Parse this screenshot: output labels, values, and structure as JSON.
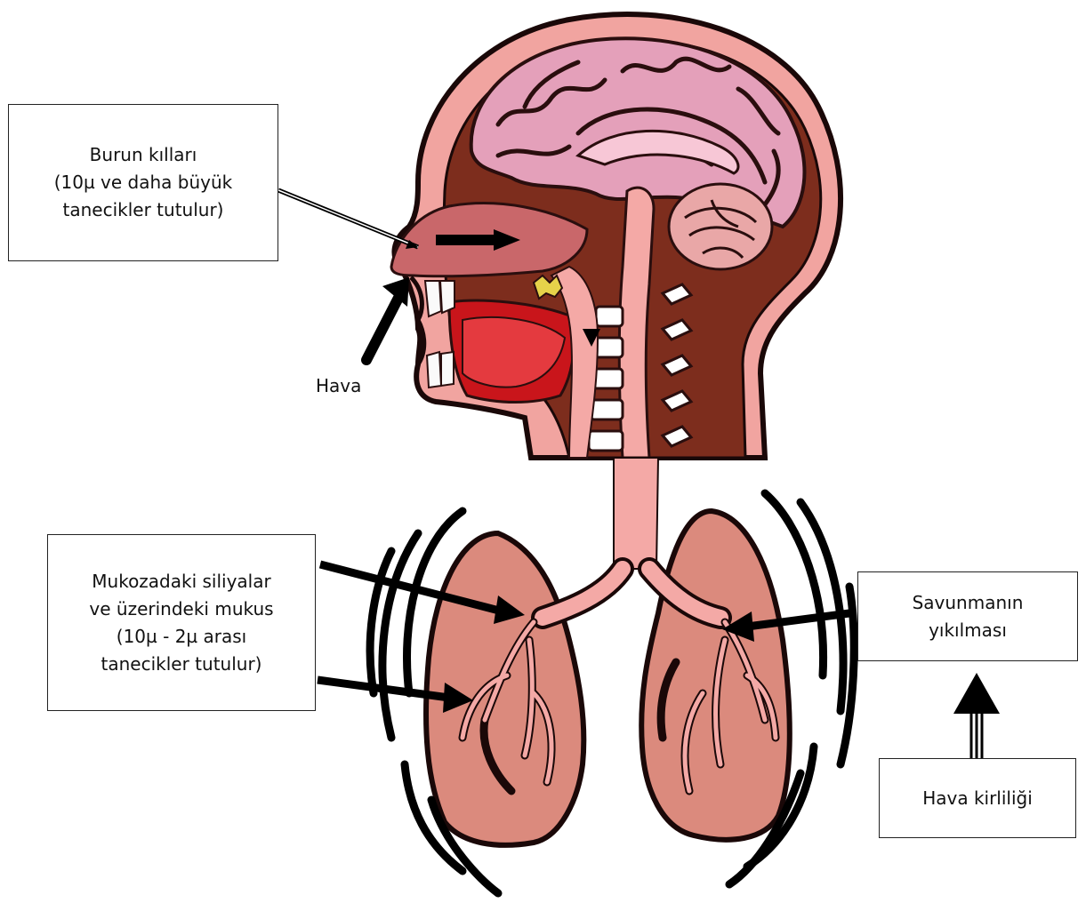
{
  "labels": {
    "nose_hairs": {
      "line1": "Burun kılları",
      "line2": "(10µ ve daha büyük",
      "line3": "tanecikler tutulur)"
    },
    "cilia": {
      "line1": "Mukozadaki siliyalar",
      "line2": "ve üzerindeki mukus",
      "line3": "(10µ - 2µ arası",
      "line4": "tanecikler tutulur)"
    },
    "defense_breakdown": {
      "line1": "Savunmanın",
      "line2": "yıkılması"
    },
    "air_pollution": "Hava kirliliği",
    "air": "Hava"
  },
  "colors": {
    "brain": "#e4a0ba",
    "brain_outline": "#2a0e0e",
    "skin": "#e07d72",
    "tissue_dark": "#7d2d1d",
    "nasal": "#c9676a",
    "airway": "#f4a9a6",
    "lung": "#db8a7d",
    "mouth": "#c9151b",
    "teeth": "#fafafa",
    "arrows": "#000000"
  }
}
